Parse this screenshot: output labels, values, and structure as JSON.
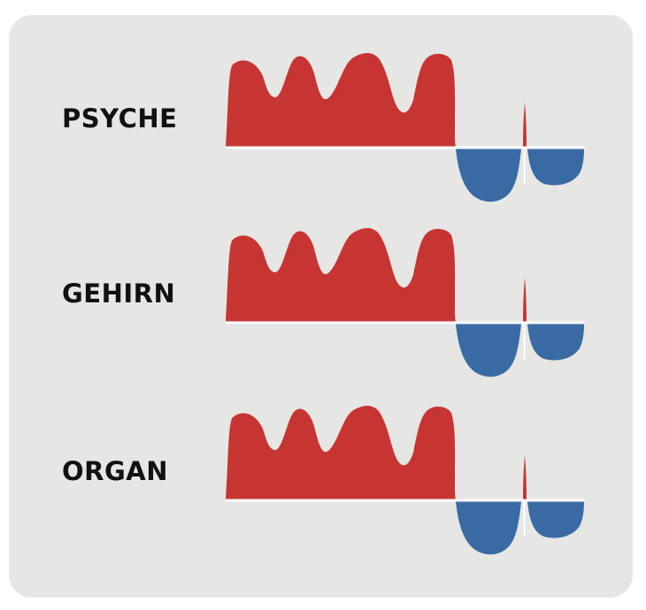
{
  "colors": {
    "background": "#ffffff",
    "panel": "#e6e6e4",
    "positive_wave": "#c73533",
    "negative_wave": "#3a6aa3",
    "baseline": "#ffffff",
    "label_text": "#111111"
  },
  "rows": [
    {
      "label": "PSYCHE"
    },
    {
      "label": "GEHIRN"
    },
    {
      "label": "ORGAN"
    }
  ]
}
